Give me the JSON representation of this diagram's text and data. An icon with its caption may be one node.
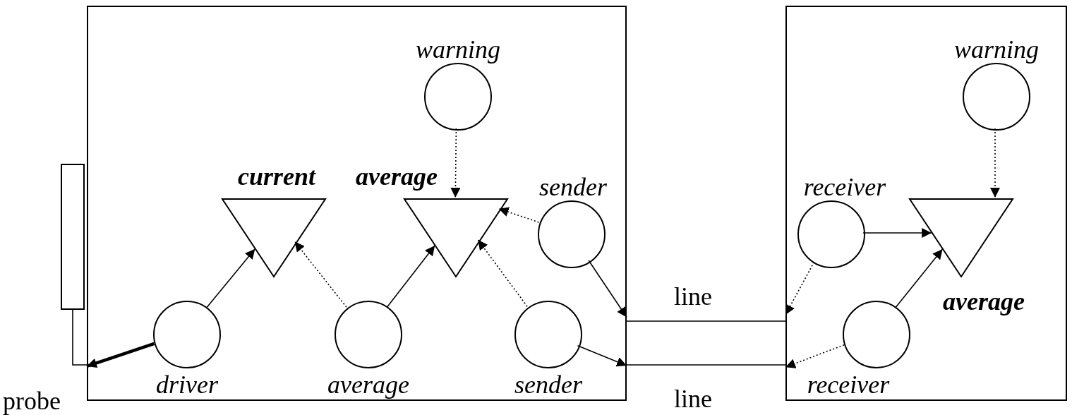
{
  "diagram": {
    "nodes": [
      {
        "text": [],
        "shape": "box"
      },
      {
        "text": [
          "warning"
        ],
        "in": 0
      },
      {
        "text": [
          "current"
        ],
        "in": 0
      },
      {
        "text": [
          "average"
        ],
        "in": 0
      },
      {
        "text": [
          "sender"
        ],
        "in": 0
      },
      {
        "text": [
          "driver"
        ],
        "in": 0
      },
      {
        "text": [
          "average"
        ],
        "in": 0
      },
      {
        "text": [
          "sender"
        ],
        "in": 0
      },
      {
        "text": [
          "probe"
        ]
      },
      {
        "text": [],
        "shape": "box"
      },
      {
        "text": [
          "warning"
        ],
        "in": 9
      },
      {
        "text": [
          "receiver"
        ],
        "in": 9
      },
      {
        "text": [
          "average"
        ],
        "in": 9
      },
      {
        "text": [
          "receiver"
        ],
        "in": 9
      }
    ],
    "edges": [
      {
        "from": 1,
        "to": 3,
        "arrow": "to",
        "style": "dashed"
      },
      {
        "from": 5,
        "to": 2,
        "arrow": "to"
      },
      {
        "from": 6,
        "to": 2,
        "arrow": "to",
        "style": "dashed"
      },
      {
        "from": 6,
        "to": 3,
        "arrow": "to"
      },
      {
        "from": 4,
        "to": 3,
        "arrow": "to",
        "style": "dashed"
      },
      {
        "from": 7,
        "to": 3,
        "arrow": "to",
        "style": "dashed"
      },
      {
        "from": 5,
        "to": 0,
        "arrow": "to",
        "style": "thick"
      },
      {
        "from": 8,
        "to": 0,
        "arrow": "none"
      },
      {
        "from": 4,
        "to": 0,
        "arrow": "to"
      },
      {
        "from": 7,
        "to": 0,
        "arrow": "to"
      },
      {
        "from": 0,
        "to": 9,
        "arrow": "none",
        "label": "line"
      },
      {
        "from": 0,
        "to": 9,
        "arrow": "none",
        "label": "line"
      },
      {
        "from": 11,
        "to": 9,
        "arrow": "to",
        "style": "dashed"
      },
      {
        "from": 13,
        "to": 9,
        "arrow": "to",
        "style": "dashed"
      },
      {
        "from": 11,
        "to": 12,
        "arrow": "to"
      },
      {
        "from": 13,
        "to": 12,
        "arrow": "to"
      },
      {
        "from": 10,
        "to": 12,
        "arrow": "to",
        "style": "dashed"
      }
    ]
  }
}
